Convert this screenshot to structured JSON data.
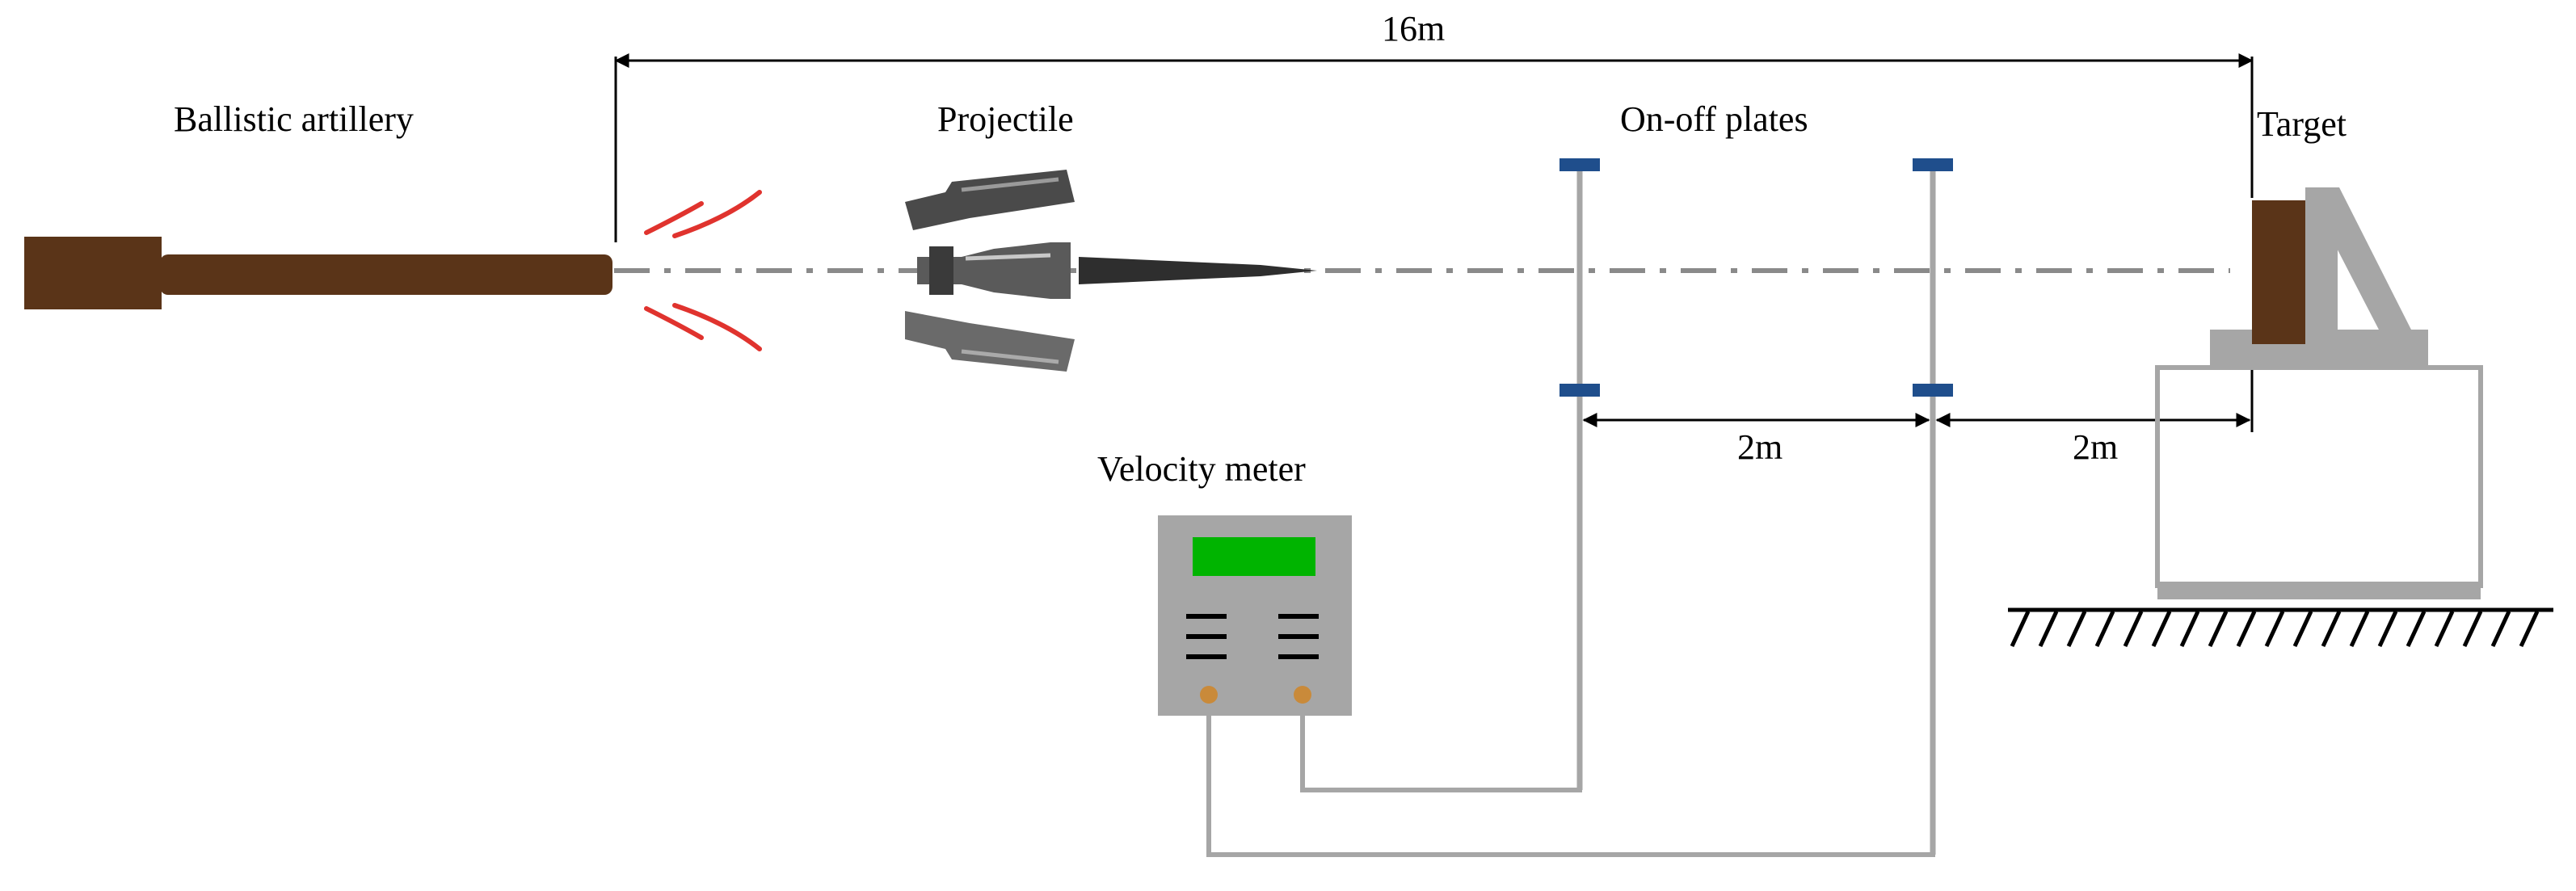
{
  "labels": {
    "artillery": "Ballistic artillery",
    "projectile": "Projectile",
    "plates": "On-off plates",
    "target": "Target",
    "velocity_meter": "Velocity meter",
    "distance_total": "16m",
    "distance_plates": "2m",
    "distance_target": "2m"
  },
  "colors": {
    "barrel": "#5a3418",
    "gray": "#a6a6a6",
    "dark_gray": "#6e6e6e",
    "blue": "#1f4e8c",
    "red": "#e0332e",
    "green": "#00b400",
    "terminal": "#c98a3a"
  },
  "icons": [
    "artillery-barrel",
    "muzzle-blast",
    "projectile-sabot",
    "on-off-plate",
    "velocity-meter",
    "target-stand",
    "ground-hatch"
  ]
}
